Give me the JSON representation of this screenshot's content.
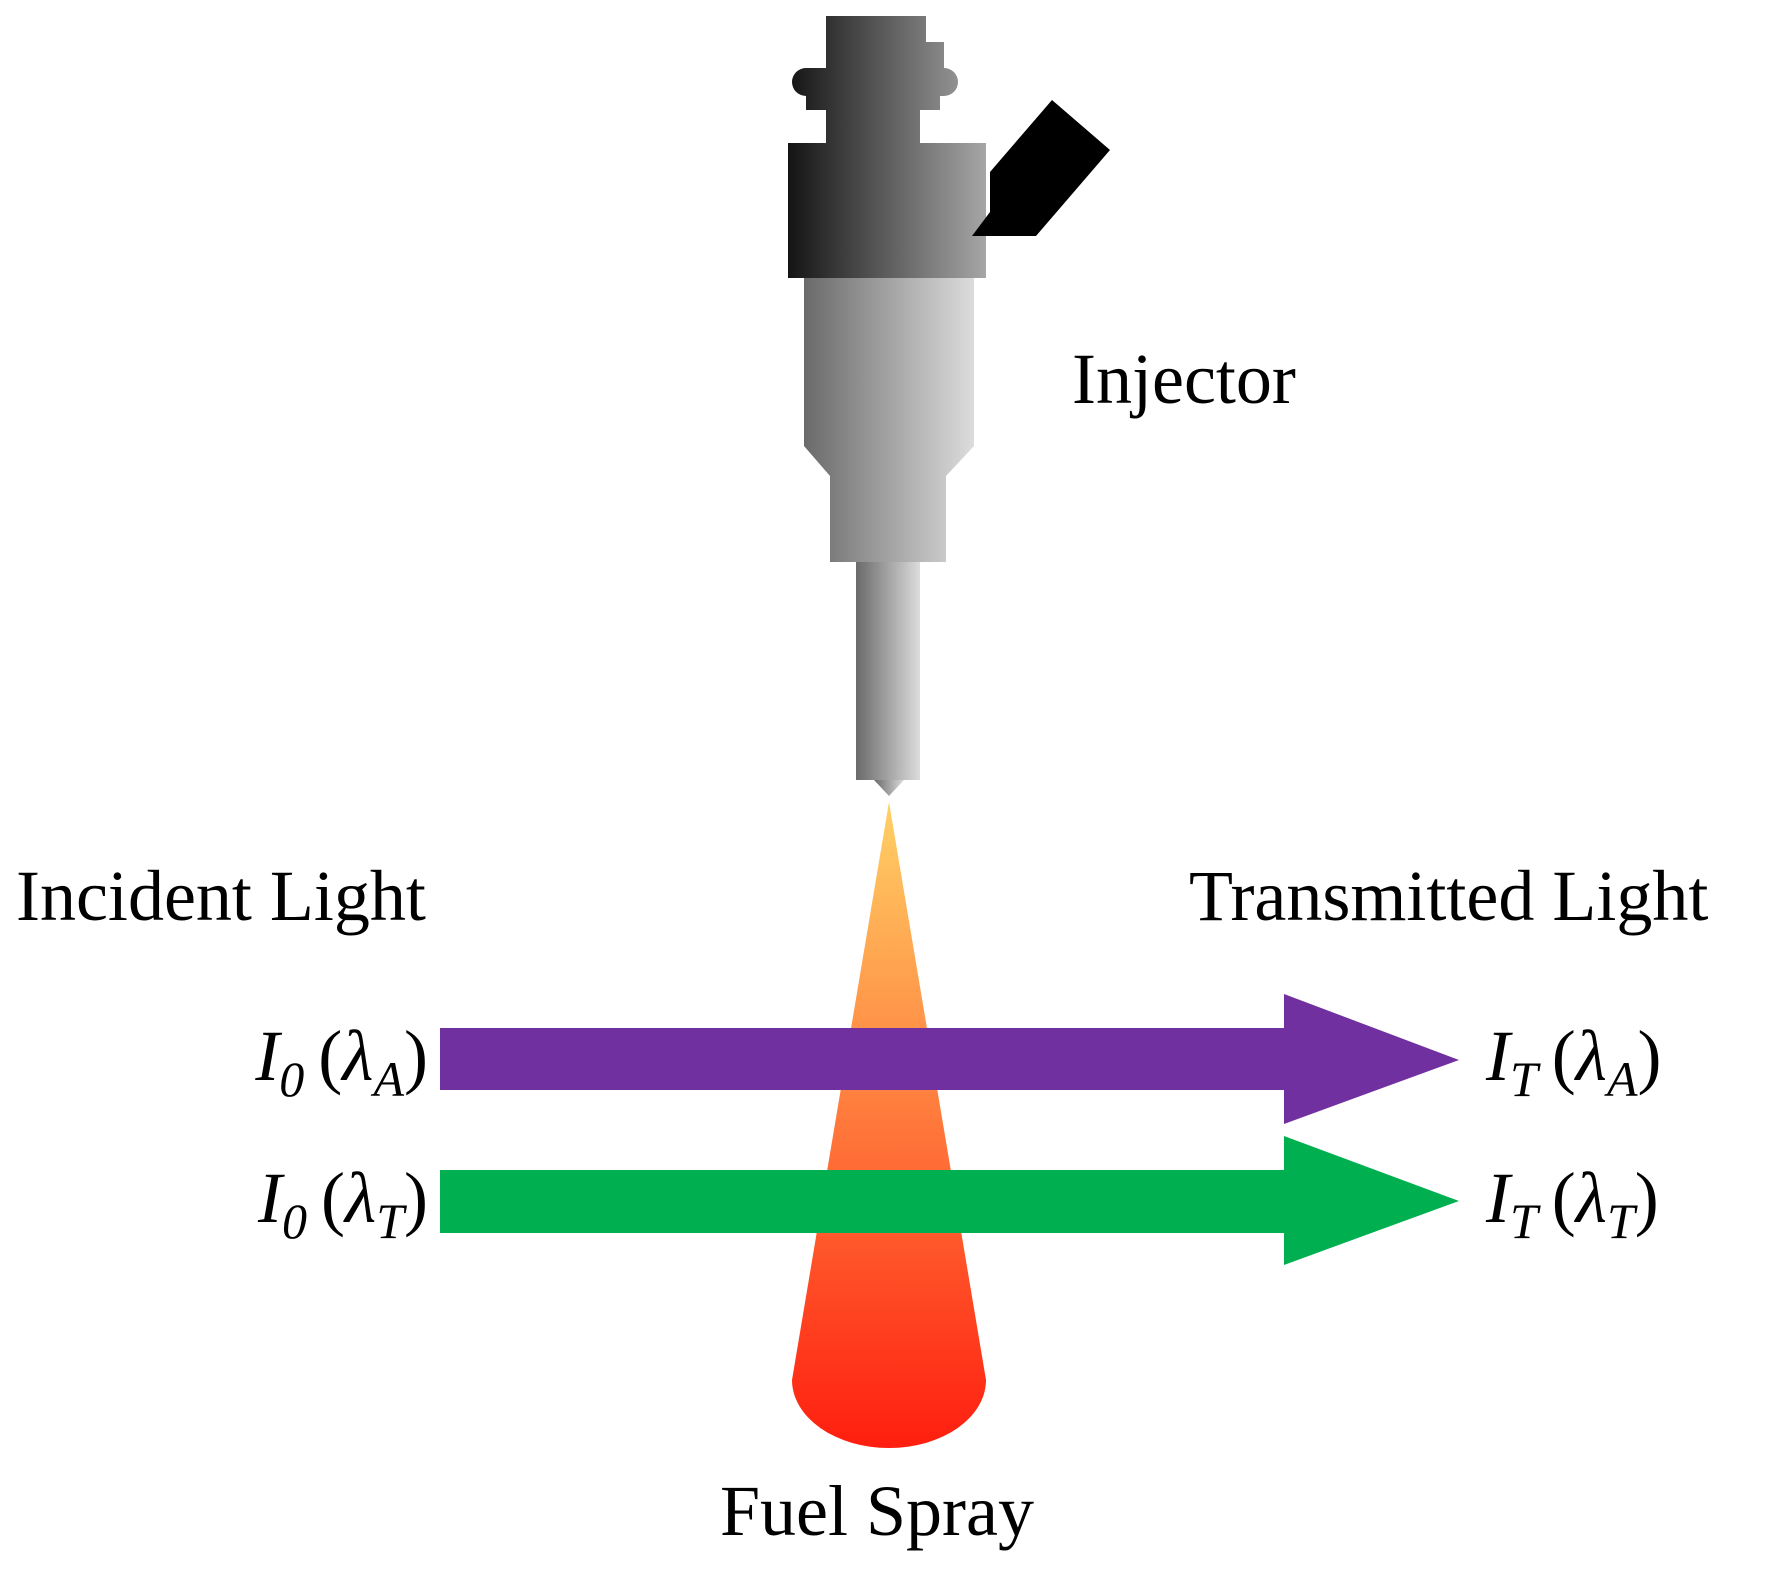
{
  "labels": {
    "injector": "Injector",
    "incident_light": "Incident Light",
    "transmitted_light": "Transmitted Light",
    "fuel_spray": "Fuel Spray"
  },
  "beams": [
    {
      "color": "#7030A0",
      "incident": {
        "symbol": "I",
        "symbol_sub": "0",
        "open": "(",
        "wavelength": "λ",
        "wavelength_sub": "A",
        "close": ")"
      },
      "transmitted": {
        "symbol": "I",
        "symbol_sub": "T",
        "open": "(",
        "wavelength": "λ",
        "wavelength_sub": "A",
        "close": ")"
      }
    },
    {
      "color": "#00B050",
      "incident": {
        "symbol": "I",
        "symbol_sub": "0",
        "open": "(",
        "wavelength": "λ",
        "wavelength_sub": "T",
        "close": ")"
      },
      "transmitted": {
        "symbol": "I",
        "symbol_sub": "T",
        "open": "(",
        "wavelength": "λ",
        "wavelength_sub": "T",
        "close": ")"
      }
    }
  ],
  "colors": {
    "spray_top": "#FFD166",
    "spray_bottom": "#FF1E0F",
    "injector_dark": "#141414",
    "injector_light": "#d8d8d8"
  }
}
